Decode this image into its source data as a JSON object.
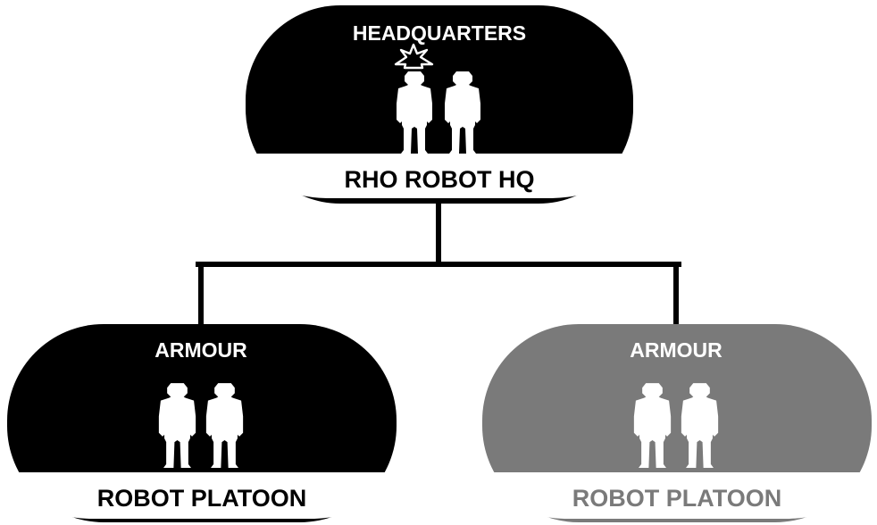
{
  "units": [
    {
      "id": "hq",
      "type_label": "HEADQUARTERS",
      "name": "RHO ROBOT HQ",
      "color": "#000000",
      "figures": 2,
      "has_command_star": true
    },
    {
      "id": "armour-1",
      "type_label": "ARMOUR",
      "name": "ROBOT PLATOON",
      "color": "#000000",
      "figures": 2,
      "has_command_star": false
    },
    {
      "id": "armour-2",
      "type_label": "ARMOUR",
      "name": "ROBOT PLATOON",
      "color": "#7a7a7a",
      "figures": 2,
      "has_command_star": false
    }
  ],
  "connector_color": "#000000",
  "icons": [
    "robot-figure-icon",
    "command-star-icon"
  ]
}
